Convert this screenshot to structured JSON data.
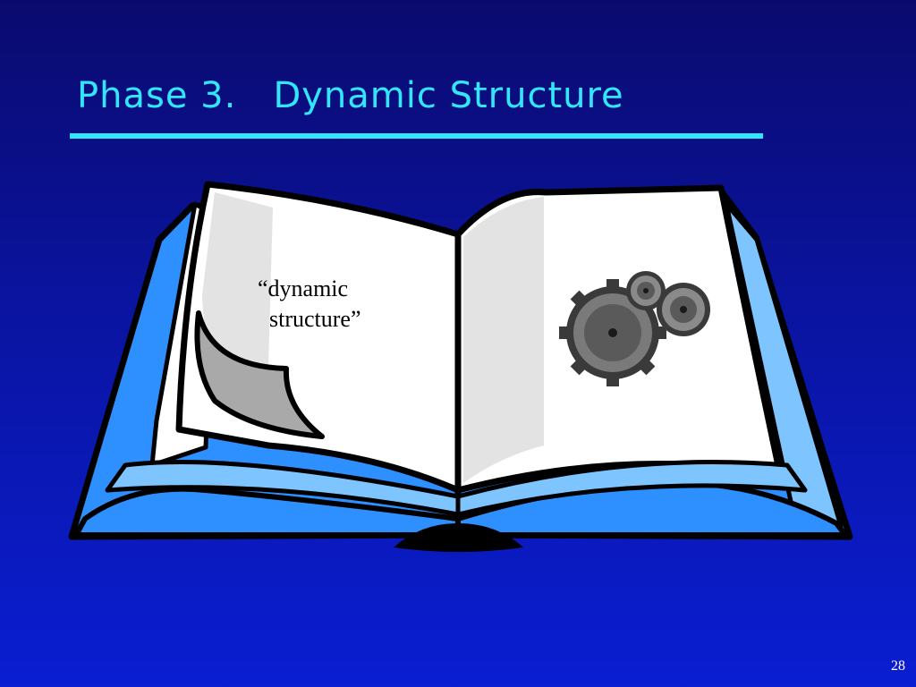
{
  "slide": {
    "title": "Phase 3.   Dynamic Structure",
    "page_text_line1": "“dynamic",
    "page_text_line2": "  structure”",
    "slide_number": "28"
  },
  "icons": [
    "open-book-icon",
    "gears-icon"
  ],
  "colors": {
    "background_top": "#0a0a6e",
    "background_bottom": "#0a1ed2",
    "title": "#33e6ff",
    "book_blue": "#2e8fff",
    "book_light_blue": "#7ec4ff"
  }
}
